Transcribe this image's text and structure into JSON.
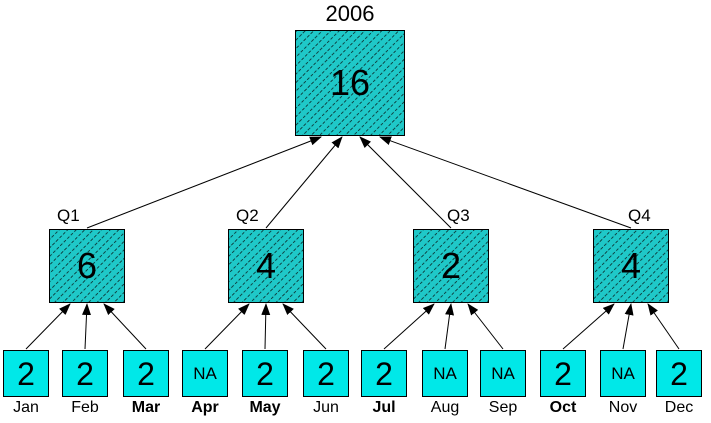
{
  "root": {
    "label": "2006",
    "value": "16"
  },
  "quarters": [
    {
      "label": "Q1",
      "value": "6"
    },
    {
      "label": "Q2",
      "value": "4"
    },
    {
      "label": "Q3",
      "value": "2"
    },
    {
      "label": "Q4",
      "value": "4"
    }
  ],
  "months": [
    {
      "label": "Jan",
      "value": "2",
      "emphasis": false
    },
    {
      "label": "Feb",
      "value": "2",
      "emphasis": false
    },
    {
      "label": "Mar",
      "value": "2",
      "emphasis": true
    },
    {
      "label": "Apr",
      "value": "NA",
      "emphasis": true
    },
    {
      "label": "May",
      "value": "2",
      "emphasis": true
    },
    {
      "label": "Jun",
      "value": "2",
      "emphasis": false
    },
    {
      "label": "Jul",
      "value": "2",
      "emphasis": true
    },
    {
      "label": "Aug",
      "value": "NA",
      "emphasis": false
    },
    {
      "label": "Sep",
      "value": "NA",
      "emphasis": false
    },
    {
      "label": "Oct",
      "value": "2",
      "emphasis": true
    },
    {
      "label": "Nov",
      "value": "NA",
      "emphasis": false
    },
    {
      "label": "Dec",
      "value": "2",
      "emphasis": false
    }
  ],
  "colors": {
    "aggregate_fill": "#1fc8c8",
    "leaf_fill": "#00e8e8",
    "border": "#000000",
    "edge": "#000000"
  }
}
